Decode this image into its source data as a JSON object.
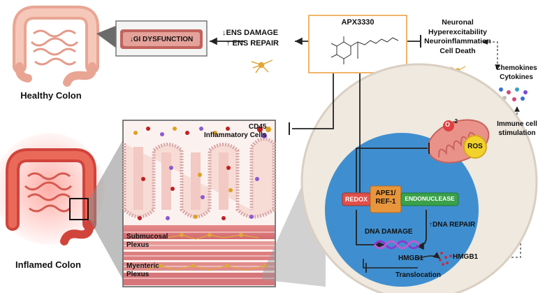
{
  "colons": {
    "healthy_label": "Healthy Colon",
    "inflamed_label": "Inflamed Colon"
  },
  "top": {
    "gi_dysfunction": "↓GI DYSFUNCTION",
    "ens_damage": "↓ENS DAMAGE",
    "ens_repair": "↑ ENS REPAIR",
    "drug_name": "APX3330",
    "effects": [
      "Neuronal",
      "Hyperexcitability",
      "Neuroinflammation",
      "Cell Death"
    ],
    "chemokines": [
      "Chemokines",
      "Cytokines"
    ],
    "immune": [
      "Immune cell",
      "stimulation"
    ]
  },
  "tissue": {
    "cd45": [
      "CD45",
      "Inflammatory Cells"
    ],
    "submucosal": [
      "Submucosal",
      "Plexus"
    ],
    "myenteric": [
      "Myenteric",
      "Plexus"
    ]
  },
  "cell": {
    "ros": "ROS",
    "o2": "O",
    "o2_sup": "-2",
    "redox": "REDOX",
    "ape1": [
      "APE1/",
      "REF-1"
    ],
    "endonuclease": "ENDONUCLEASE",
    "dna_repair": "↑DNA REPAIR",
    "dna_damage": "DNA DAMAGE",
    "hmgb1_in": "HMGB1",
    "hmgb1_out": "HMGB1",
    "translocation": "Translocation"
  },
  "colors": {
    "colon_healthy": "#f2b7a6",
    "colon_inflamed": "#e0504a",
    "nucleus": "#3f8fd0",
    "cell": "#f1ece4",
    "redox": "#e0504a",
    "ape1": "#e8963c",
    "endonuclease": "#3aa14a",
    "drug_box": "#f0b46a",
    "mucosa": "#f7dcd6"
  }
}
